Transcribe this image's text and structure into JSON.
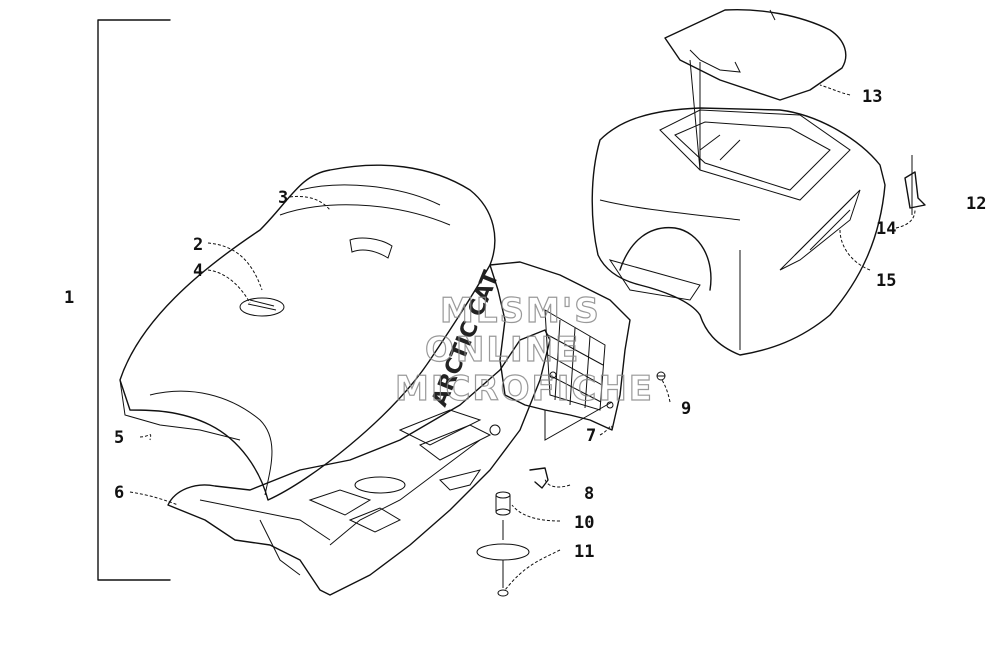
{
  "diagram": {
    "callouts": {
      "c1": "1",
      "c2": "2",
      "c3": "3",
      "c4": "4",
      "c5": "5",
      "c6": "6",
      "c7": "7",
      "c8": "8",
      "c9": "9",
      "c10": "10",
      "c11": "11",
      "c12": "12",
      "c13": "13",
      "c14": "14",
      "c15": "15"
    },
    "watermark": {
      "line1": "MLSM'S",
      "line2": "ONLINE",
      "line3": "MICROFICHE"
    },
    "seat_brand": "ARCTIC CAT"
  }
}
